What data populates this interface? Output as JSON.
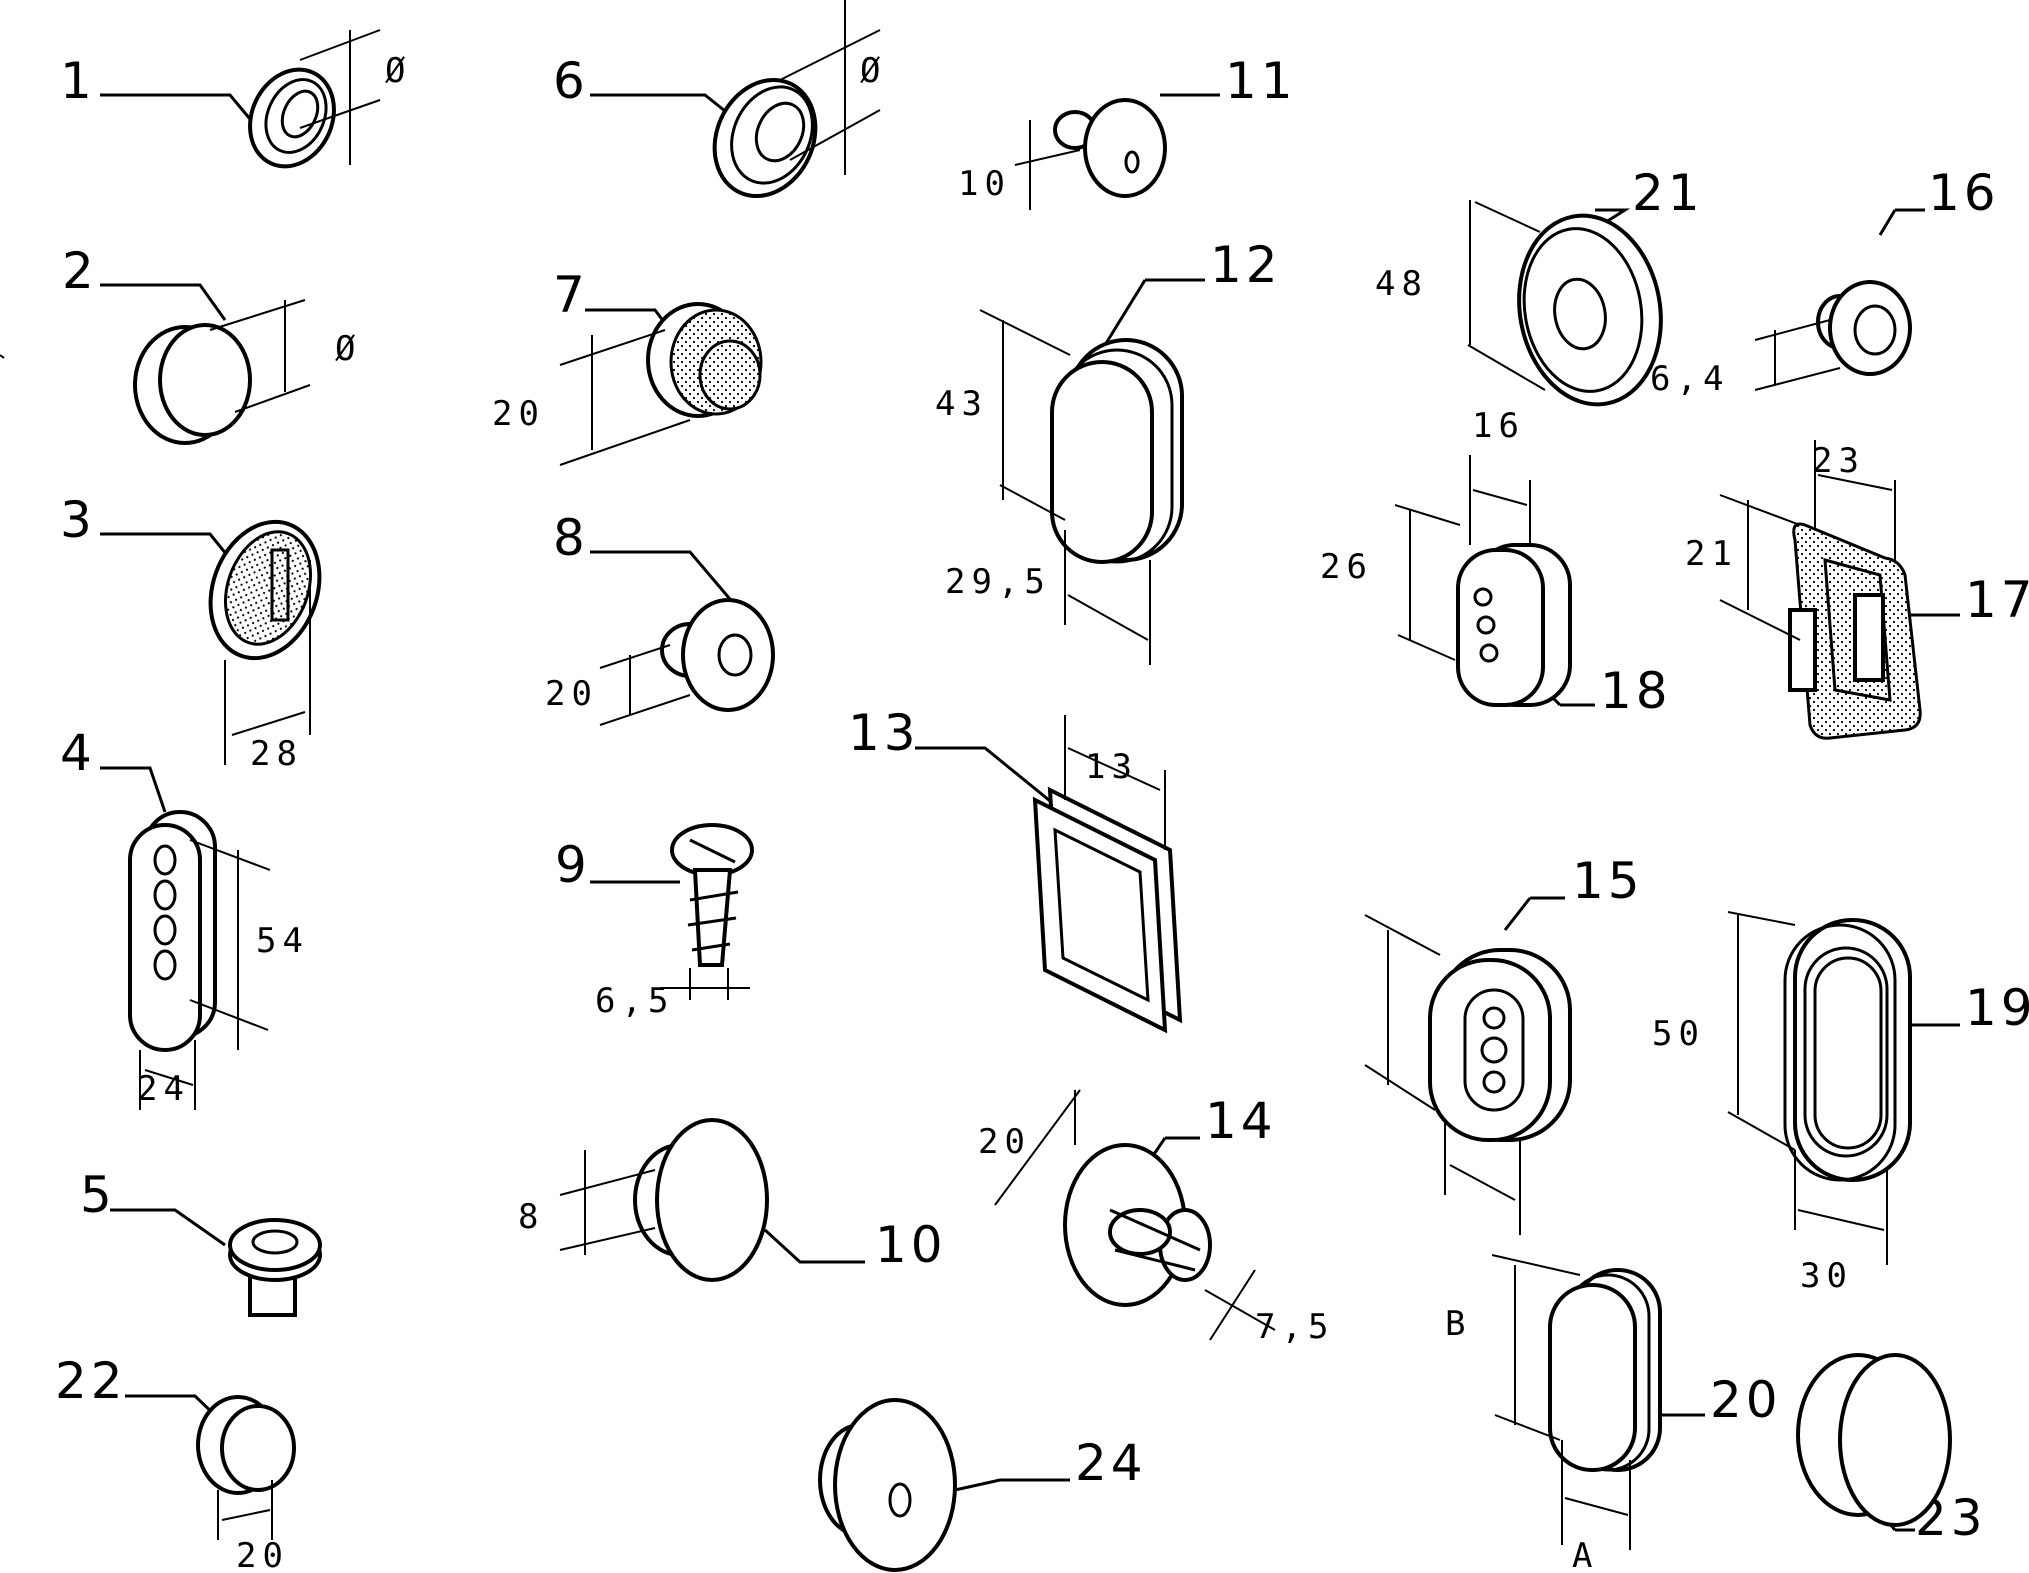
{
  "callouts": {
    "c1": "1",
    "c2": "2",
    "c3": "3",
    "c4": "4",
    "c5": "5",
    "c6": "6",
    "c7": "7",
    "c8": "8",
    "c9": "9",
    "c10": "10",
    "c11": "11",
    "c12": "12",
    "c13": "13",
    "c14": "14",
    "c15": "15",
    "c16": "16",
    "c17": "17",
    "c18": "18",
    "c19": "19",
    "c20": "20",
    "c21": "21",
    "c22": "22",
    "c23": "23",
    "c24": "24"
  },
  "dimensions": {
    "d1": "Ø",
    "d2": "Ø",
    "d3": "28",
    "d4a": "54",
    "d4b": "24",
    "d6": "Ø",
    "d7": "20",
    "d8": "20",
    "d9": "6,5",
    "d10": "8",
    "d11": "10",
    "d12a": "43",
    "d12b": "29,5",
    "d13": "13",
    "d14a": "20",
    "d14b": "7,5",
    "d16": "6,4",
    "d17a": "23",
    "d17b": "21",
    "d18a": "16",
    "d18b": "26",
    "d19a": "50",
    "d19b": "30",
    "d20a": "B",
    "d20b": "A",
    "d21": "48",
    "d22": "20"
  }
}
